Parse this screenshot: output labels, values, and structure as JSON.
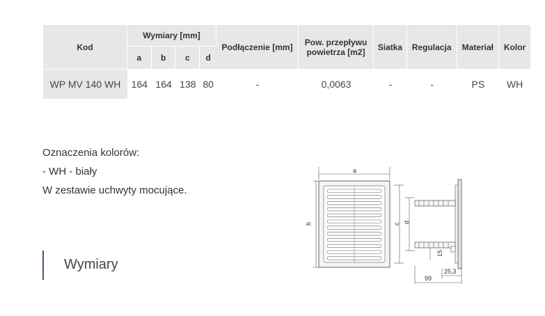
{
  "table": {
    "headers": {
      "kod": "Kod",
      "wymiary": "Wymiary [mm]",
      "sub": [
        "a",
        "b",
        "c",
        "d"
      ],
      "podlaczenie": "Podłączenie [mm]",
      "przeplyw_line1": "Pow. przepływu",
      "przeplyw_line2": "powietrza [m2]",
      "siatka": "Siatka",
      "regulacja": "Regulacja",
      "material": "Materiał",
      "kolor": "Kolor"
    },
    "row": {
      "kod": "WP MV 140 WH",
      "a": "164",
      "b": "164",
      "c": "138",
      "d": "80",
      "podlaczenie": "-",
      "przeplyw": "0,0063",
      "siatka": "-",
      "regulacja": "-",
      "material": "PS",
      "kolor": "WH"
    }
  },
  "notes": [
    "Oznaczenia kolorów:",
    "- WH - biały",
    "W zestawie uchwyty mocujące."
  ],
  "section_title": "Wymiary",
  "drawing": {
    "labels": {
      "a": "a",
      "b": "b",
      "c": "c",
      "d": "d",
      "dim_15": "15",
      "dim_99": "99",
      "dim_253": "25,3"
    }
  },
  "colors": {
    "header_bg": "#e7e7e7",
    "accent_bar": "#3d5a80",
    "text": "#333333"
  }
}
